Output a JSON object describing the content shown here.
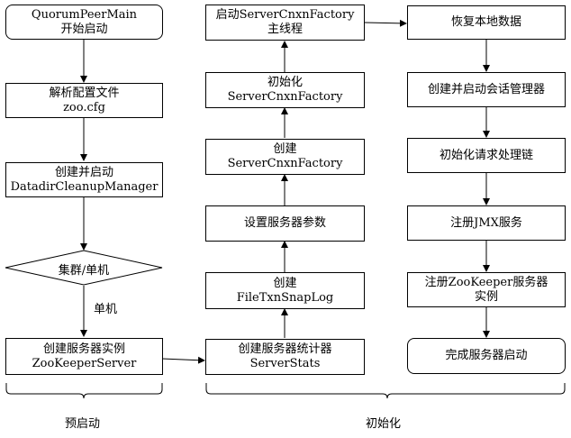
{
  "nodes": {
    "main": [
      "QuorumPeerMain",
      "开始启动"
    ],
    "parse": [
      "解析配置文件",
      "zoo.cfg"
    ],
    "cleanup": [
      "创建并启动",
      "DatadirCleanupManager"
    ],
    "decision": "集群/单机",
    "create_server": [
      "创建服务器实例",
      "ZooKeeperServer"
    ],
    "stats": [
      "创建服务器统计器",
      "ServerStats"
    ],
    "snaplog": [
      "创建",
      "FileTxnSnapLog"
    ],
    "params": [
      "设置服务器参数"
    ],
    "create_factory": [
      "创建",
      "ServerCnxnFactory"
    ],
    "init_factory": [
      "初始化",
      "ServerCnxnFactory"
    ],
    "start_factory": [
      "启动ServerCnxnFactory",
      "主线程"
    ],
    "restore": [
      "恢复本地数据"
    ],
    "session": [
      "创建并启动会话管理器"
    ],
    "chain": [
      "初始化请求处理链"
    ],
    "jmx": [
      "注册JMX服务"
    ],
    "register_zk": [
      "注册ZooKeeper服务器",
      "实例"
    ],
    "done": [
      "完成服务器启动"
    ]
  },
  "edge_labels": {
    "standalone": "单机"
  },
  "phases": {
    "pre_start": "预启动",
    "init": "初始化"
  }
}
